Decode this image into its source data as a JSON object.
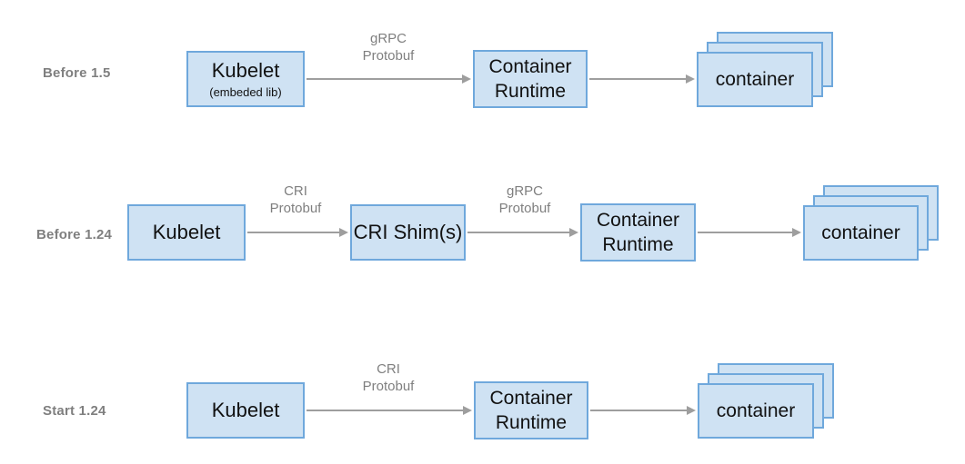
{
  "colors": {
    "node_fill": "#cfe2f3",
    "node_border": "#6fa8dc",
    "arrow": "#9e9e9e",
    "label_text": "#7f7f7f",
    "node_text": "#111111",
    "background": "#ffffff"
  },
  "rows": [
    {
      "label": "Before 1.5",
      "nodes": {
        "kubelet": {
          "title": "Kubelet",
          "subtitle": "(embeded lib)"
        },
        "runtime": {
          "title": "Container\nRuntime"
        },
        "container": {
          "title": "container"
        }
      },
      "arrows": {
        "kubelet_to_runtime": {
          "label": "gRPC\nProtobuf"
        }
      }
    },
    {
      "label": "Before 1.24",
      "nodes": {
        "kubelet": {
          "title": "Kubelet"
        },
        "shim": {
          "title": "CRI Shim(s)"
        },
        "runtime": {
          "title": "Container\nRuntime"
        },
        "container": {
          "title": "container"
        }
      },
      "arrows": {
        "kubelet_to_shim": {
          "label": "CRI\nProtobuf"
        },
        "shim_to_runtime": {
          "label": "gRPC\nProtobuf"
        }
      }
    },
    {
      "label": "Start 1.24",
      "nodes": {
        "kubelet": {
          "title": "Kubelet"
        },
        "runtime": {
          "title": "Container\nRuntime"
        },
        "container": {
          "title": "container"
        }
      },
      "arrows": {
        "kubelet_to_runtime": {
          "label": "CRI\nProtobuf"
        }
      }
    }
  ]
}
